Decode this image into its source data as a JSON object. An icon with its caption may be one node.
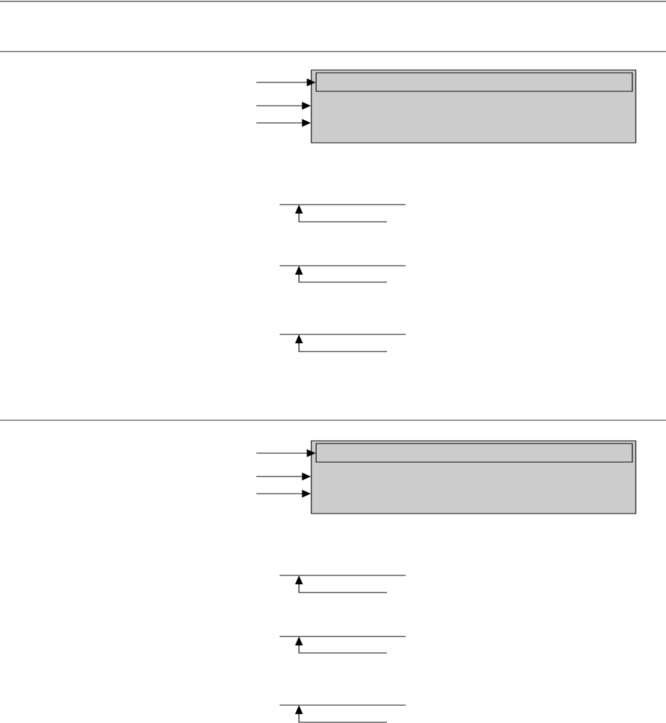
{
  "diagram": {
    "nodes": [
      {
        "text": [],
        "shape": "box"
      },
      {
        "text": [],
        "shape": "box",
        "in": 0
      },
      {
        "text": [],
        "shape": "line"
      },
      {
        "text": [],
        "shape": "line"
      },
      {
        "text": [],
        "shape": "line"
      },
      {
        "text": [],
        "shape": "box"
      },
      {
        "text": [],
        "shape": "box",
        "in": 5
      },
      {
        "text": [],
        "shape": "line"
      },
      {
        "text": [],
        "shape": "line"
      },
      {
        "text": [],
        "shape": "line"
      }
    ],
    "edges": [
      {
        "from": null,
        "to": 1,
        "arrow": "to"
      },
      {
        "from": null,
        "to": 0,
        "arrow": "to"
      },
      {
        "from": null,
        "to": 0,
        "arrow": "to"
      },
      {
        "from": null,
        "to": 2,
        "arrow": "to"
      },
      {
        "from": null,
        "to": 3,
        "arrow": "to"
      },
      {
        "from": null,
        "to": 4,
        "arrow": "to"
      },
      {
        "from": null,
        "to": 6,
        "arrow": "to"
      },
      {
        "from": null,
        "to": 5,
        "arrow": "to"
      },
      {
        "from": null,
        "to": 5,
        "arrow": "to"
      },
      {
        "from": null,
        "to": 7,
        "arrow": "to"
      },
      {
        "from": null,
        "to": 8,
        "arrow": "to"
      },
      {
        "from": null,
        "to": 9,
        "arrow": "to"
      }
    ]
  }
}
